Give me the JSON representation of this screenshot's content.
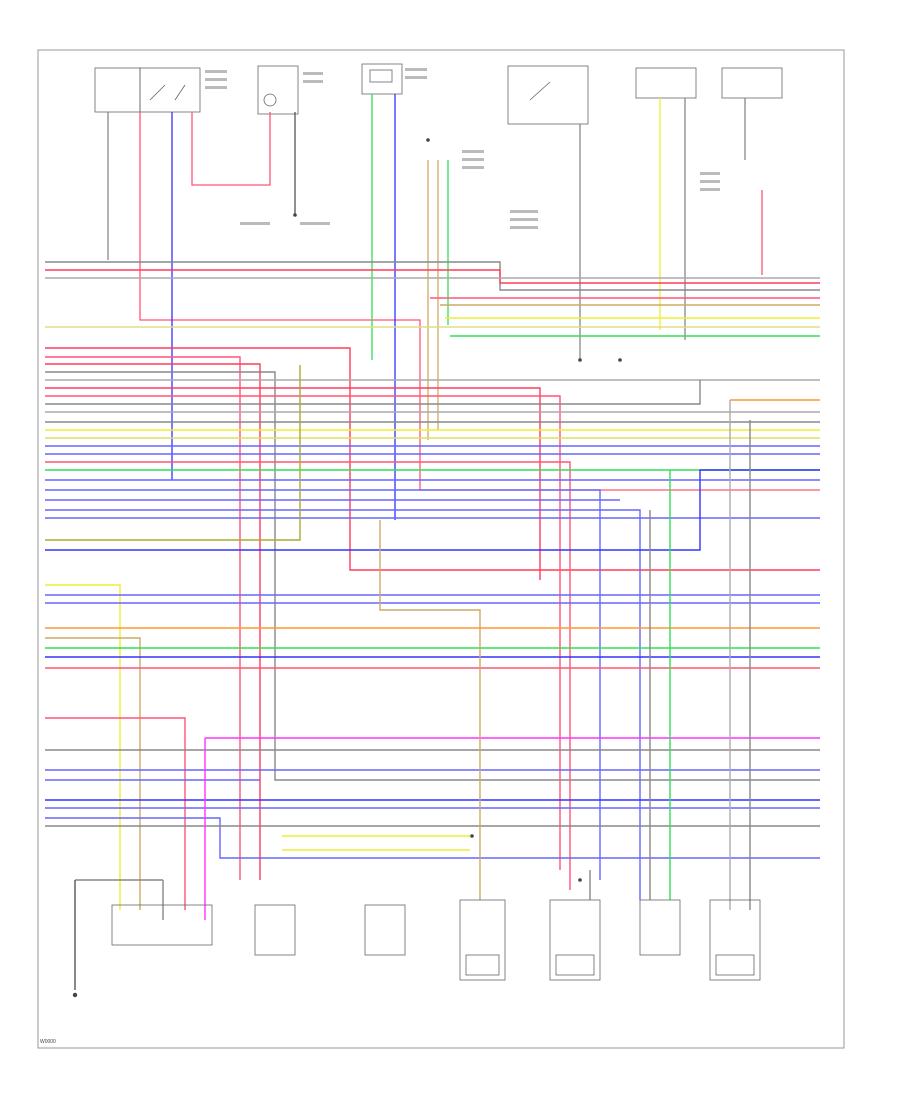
{
  "footer": {
    "code": "W0000"
  },
  "colors": {
    "red": "#ff3b5c",
    "pink": "#ff5577",
    "blue": "#3333ff",
    "violet": "#6666ff",
    "green": "#33dd55",
    "yellow": "#eeee33",
    "yellow_green": "#bbdd33",
    "gray": "#888888",
    "dark": "#333333",
    "magenta": "#ff33ff",
    "orange": "#ff9933",
    "tan": "#ccaa66",
    "olive": "#aaaa33"
  },
  "components": [
    {
      "id": "relay-main"
    },
    {
      "id": "sensor-top-2"
    },
    {
      "id": "connector-top-3"
    },
    {
      "id": "switch-top-4"
    },
    {
      "id": "fuse-top-5"
    },
    {
      "id": "fuse-top-6"
    },
    {
      "id": "connector-bottom-1"
    },
    {
      "id": "connector-bottom-2"
    },
    {
      "id": "connector-bottom-3"
    },
    {
      "id": "connector-bottom-4"
    },
    {
      "id": "connector-bottom-5"
    },
    {
      "id": "connector-bottom-6"
    },
    {
      "id": "connector-bottom-7"
    }
  ]
}
